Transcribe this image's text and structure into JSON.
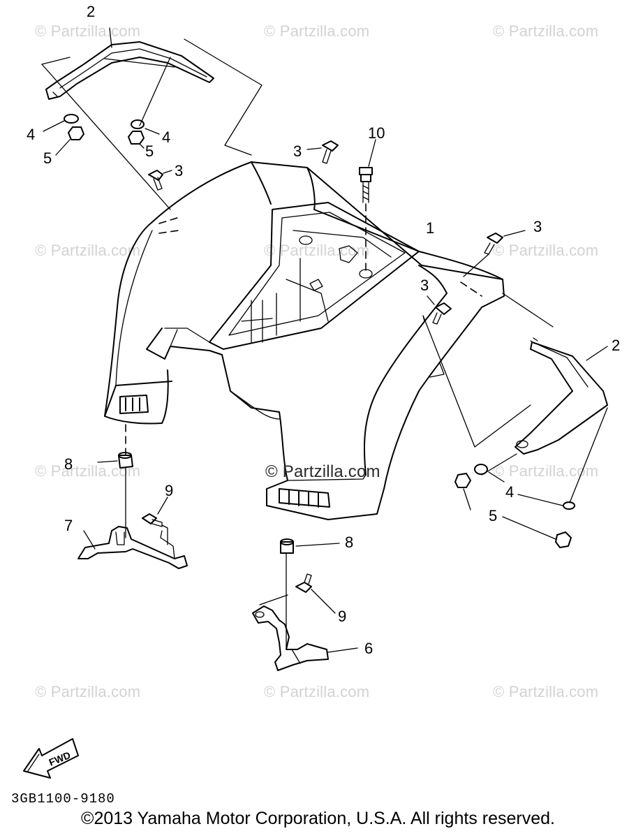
{
  "watermarks": {
    "text": "© Partzilla.com",
    "center_text": "© Partzilla.com"
  },
  "callouts": {
    "c1": "1",
    "c2_left": "2",
    "c2_right": "2",
    "c3_top_left": "3",
    "c3_mid_left": "3",
    "c3_right": "3",
    "c3_center": "3",
    "c4_left": "4",
    "c4_mid": "4",
    "c4_right": "4",
    "c5_left": "5",
    "c5_mid": "5",
    "c5_right": "5",
    "c6": "6",
    "c7": "7",
    "c8_left": "8",
    "c8_right": "8",
    "c9_left": "9",
    "c9_right": "9",
    "c10": "10"
  },
  "fwd_label": "FWD",
  "diagram_code": "3GB1100-9180",
  "copyright": "©2013 Yamaha Motor Corporation, U.S.A. All rights reserved.",
  "colors": {
    "line": "#000000",
    "watermark": "#d2d2d2",
    "background": "#ffffff"
  }
}
